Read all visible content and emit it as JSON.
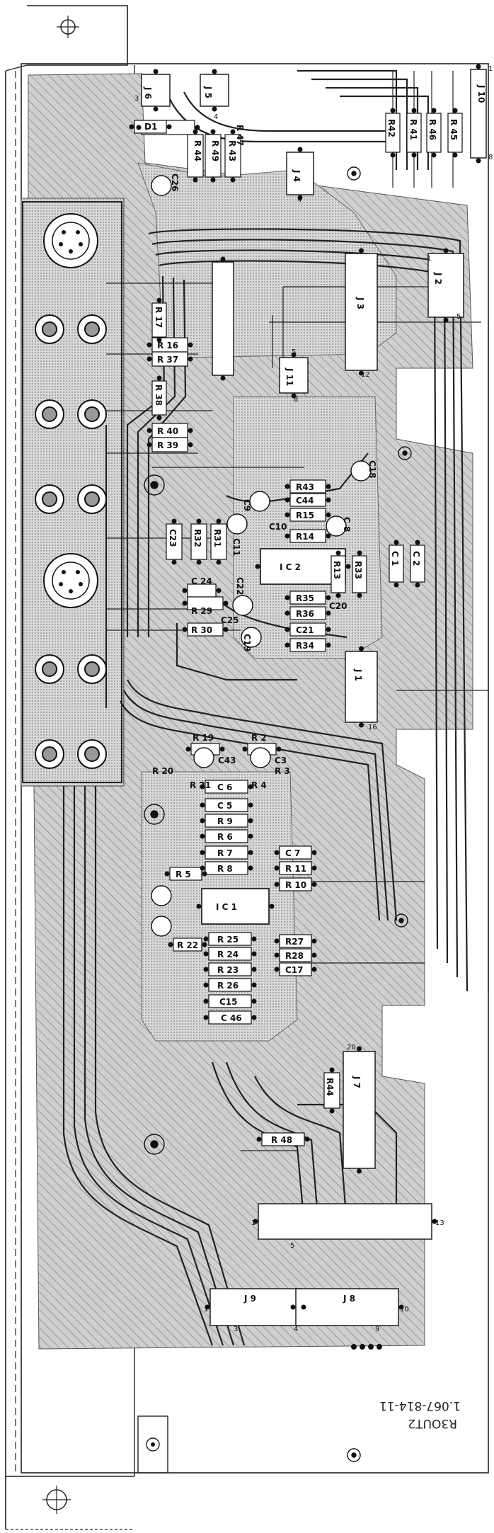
{
  "board": {
    "code_line1": "R3OUT2",
    "code_line2": "1.067-814-11"
  },
  "components": [
    {
      "name": "J6",
      "label": "J 6"
    },
    {
      "name": "J5",
      "label": "J 5"
    },
    {
      "name": "D1",
      "label": "D1"
    },
    {
      "name": "R44",
      "label": "R 44"
    },
    {
      "name": "R49",
      "label": "R 49"
    },
    {
      "name": "R43",
      "label": "R 43"
    },
    {
      "name": "R47",
      "label": "R 47"
    },
    {
      "name": "C26",
      "label": "C26"
    },
    {
      "name": "J4",
      "label": "J 4"
    },
    {
      "name": "R42",
      "label": "R42"
    },
    {
      "name": "R41",
      "label": "R 41"
    },
    {
      "name": "R46",
      "label": "R 46"
    },
    {
      "name": "R45",
      "label": "R 45"
    },
    {
      "name": "J10",
      "label": "J 10"
    },
    {
      "name": "J2",
      "label": "J 2"
    },
    {
      "name": "J3",
      "label": "J 3"
    },
    {
      "name": "R17",
      "label": "R 17"
    },
    {
      "name": "R16",
      "label": "R 16"
    },
    {
      "name": "R37",
      "label": "R 37"
    },
    {
      "name": "R38",
      "label": "R 38"
    },
    {
      "name": "R40",
      "label": "R 40"
    },
    {
      "name": "R39",
      "label": "R 39"
    },
    {
      "name": "J11",
      "label": "J 11"
    },
    {
      "name": "C18",
      "label": "C18"
    },
    {
      "name": "R43b",
      "label": "R43"
    },
    {
      "name": "C44",
      "label": "C44"
    },
    {
      "name": "R15",
      "label": "R15"
    },
    {
      "name": "C10",
      "label": "C10"
    },
    {
      "name": "R14",
      "label": "R14"
    },
    {
      "name": "C9",
      "label": "C9"
    },
    {
      "name": "C8",
      "label": "C 8"
    },
    {
      "name": "IC2",
      "label": "I C 2"
    },
    {
      "name": "R13",
      "label": "R13"
    },
    {
      "name": "R33",
      "label": "R33"
    },
    {
      "name": "C1",
      "label": "C 1"
    },
    {
      "name": "C2",
      "label": "C 2"
    },
    {
      "name": "R35",
      "label": "R35"
    },
    {
      "name": "R36",
      "label": "R36"
    },
    {
      "name": "C20",
      "label": "C20"
    },
    {
      "name": "C21",
      "label": "C21"
    },
    {
      "name": "R34",
      "label": "R34"
    },
    {
      "name": "C23",
      "label": "C23"
    },
    {
      "name": "R32",
      "label": "R32"
    },
    {
      "name": "R31",
      "label": "R31"
    },
    {
      "name": "C24",
      "label": "C 24"
    },
    {
      "name": "C22",
      "label": "C22"
    },
    {
      "name": "C11",
      "label": "C11"
    },
    {
      "name": "R29",
      "label": "R 29"
    },
    {
      "name": "C25",
      "label": "C25"
    },
    {
      "name": "R30",
      "label": "R 30"
    },
    {
      "name": "C19",
      "label": "C19"
    },
    {
      "name": "J1",
      "label": "J 1"
    },
    {
      "name": "R19",
      "label": "R 19"
    },
    {
      "name": "C43",
      "label": "C43"
    },
    {
      "name": "R2",
      "label": "R 2"
    },
    {
      "name": "C3",
      "label": "C3"
    },
    {
      "name": "R3",
      "label": "R 3"
    },
    {
      "name": "R20",
      "label": "R 20"
    },
    {
      "name": "R21",
      "label": "R 21"
    },
    {
      "name": "R4",
      "label": "R 4"
    },
    {
      "name": "C6",
      "label": "C 6"
    },
    {
      "name": "C5",
      "label": "C 5"
    },
    {
      "name": "R9",
      "label": "R 9"
    },
    {
      "name": "R6",
      "label": "R 6"
    },
    {
      "name": "R7",
      "label": "R 7"
    },
    {
      "name": "C7",
      "label": "C 7"
    },
    {
      "name": "R11",
      "label": "R 11"
    },
    {
      "name": "R10",
      "label": "R 10"
    },
    {
      "name": "R5",
      "label": "R 5"
    },
    {
      "name": "R8",
      "label": "R 8"
    },
    {
      "name": "IC1",
      "label": "I C 1"
    },
    {
      "name": "R22",
      "label": "R 22"
    },
    {
      "name": "R25",
      "label": "R 25"
    },
    {
      "name": "R24",
      "label": "R 24"
    },
    {
      "name": "R23",
      "label": "R 23"
    },
    {
      "name": "R26",
      "label": "R 26"
    },
    {
      "name": "R27",
      "label": "R27"
    },
    {
      "name": "R28",
      "label": "R28"
    },
    {
      "name": "C17",
      "label": "C17"
    },
    {
      "name": "C15",
      "label": "C15"
    },
    {
      "name": "C46",
      "label": "C 46"
    },
    {
      "name": "J7",
      "label": "J 7"
    },
    {
      "name": "R44b",
      "label": "R44"
    },
    {
      "name": "R48",
      "label": "R 48"
    },
    {
      "name": "J9",
      "label": "J 9"
    },
    {
      "name": "J8",
      "label": "J 8"
    }
  ],
  "pin_numbers": {
    "j6_3": "3",
    "j5_4": "4",
    "j10_1": "1",
    "j10_8": "8",
    "j4_4": "4",
    "j2_1": "1",
    "j2_5": "5",
    "j3_12": "12",
    "j11_5": "5",
    "j11_8": "8",
    "j1_16": "16",
    "j7_20": "20",
    "j5b_1": "1",
    "j5b_13": "13",
    "j9_1": "1",
    "j9_3": "3",
    "j9_4": "4",
    "j8_9": "9",
    "j8_10": "10",
    "jtop_1": "1",
    "jtop_5": "5",
    "jc_1": "1"
  }
}
